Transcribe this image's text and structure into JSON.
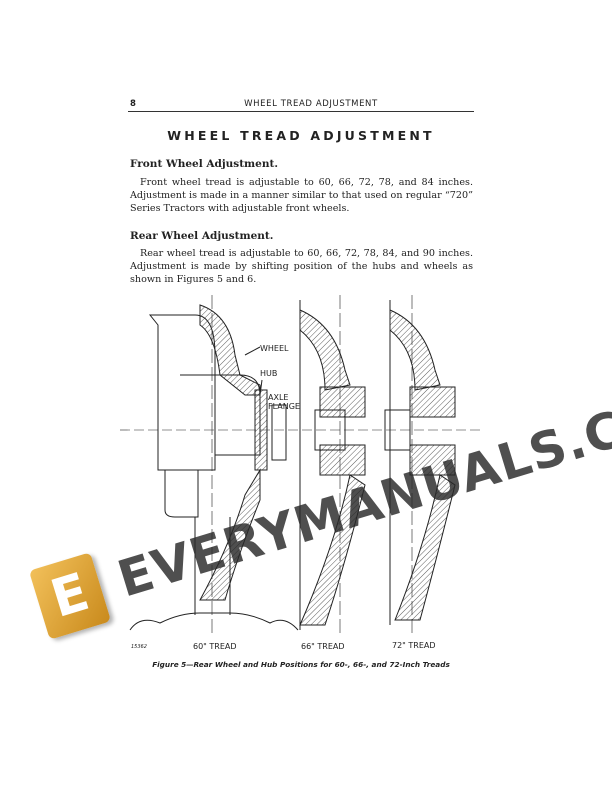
{
  "header": {
    "page_number": "8",
    "running_title": "WHEEL TREAD ADJUSTMENT"
  },
  "title": "WHEEL TREAD ADJUSTMENT",
  "sections": [
    {
      "heading": "Front Wheel Adjustment.",
      "body": "Front wheel tread is adjustable to 60, 66, 72, 78, and 84 inches. Adjustment is made in a manner similar to that used on regular “720” Series Tractors with adjustable front wheels."
    },
    {
      "heading": "Rear Wheel Adjustment.",
      "body": "Rear wheel tread is adjustable to 60, 66, 72, 78, 84, and 90 inches. Adjustment is made by shifting position of the hubs and wheels as shown in Figures 5 and 6."
    }
  ],
  "figure": {
    "labels": {
      "wheel": "WHEEL",
      "hub": "HUB",
      "axle_flange": "AXLE FLANGE"
    },
    "treads": [
      "60\" TREAD",
      "66\" TREAD",
      "72\" TREAD"
    ],
    "drawing_number": "15362",
    "caption": "Figure 5—Rear Wheel and Hub Positions for 60-, 66-, and 72-Inch Treads"
  },
  "watermark": {
    "text": "EVERYMANUALS.COM",
    "logo_letter": "E",
    "logo_color": "#e0a53a"
  }
}
